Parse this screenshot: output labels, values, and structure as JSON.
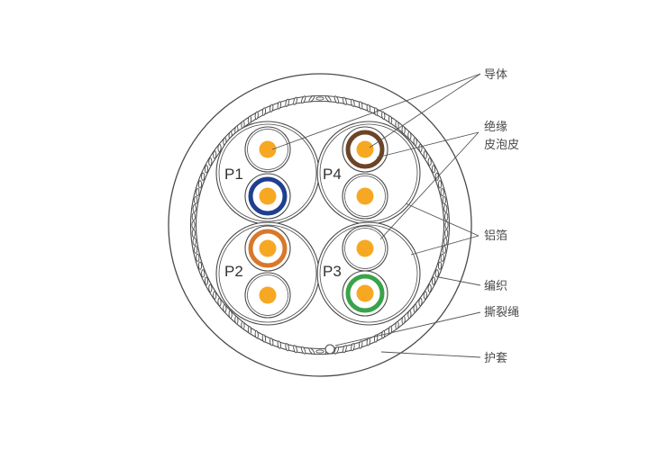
{
  "pairs": {
    "p1": "P1",
    "p2": "P2",
    "p3": "P3",
    "p4": "P4"
  },
  "labels": {
    "conductor": "导体",
    "insulation": "绝缘",
    "foam_skin": "皮泡皮",
    "foil": "铝箔",
    "braid": "编织",
    "ripcord": "撕裂绳",
    "jacket": "护套"
  },
  "colors": {
    "conductor": "#f7a823",
    "outline": "#4a4a4a",
    "p1_stripe": "#1f3f8f",
    "p2_stripe": "#d8782a",
    "p3_stripe": "#3aa34a",
    "p4_stripe": "#6b4427"
  }
}
